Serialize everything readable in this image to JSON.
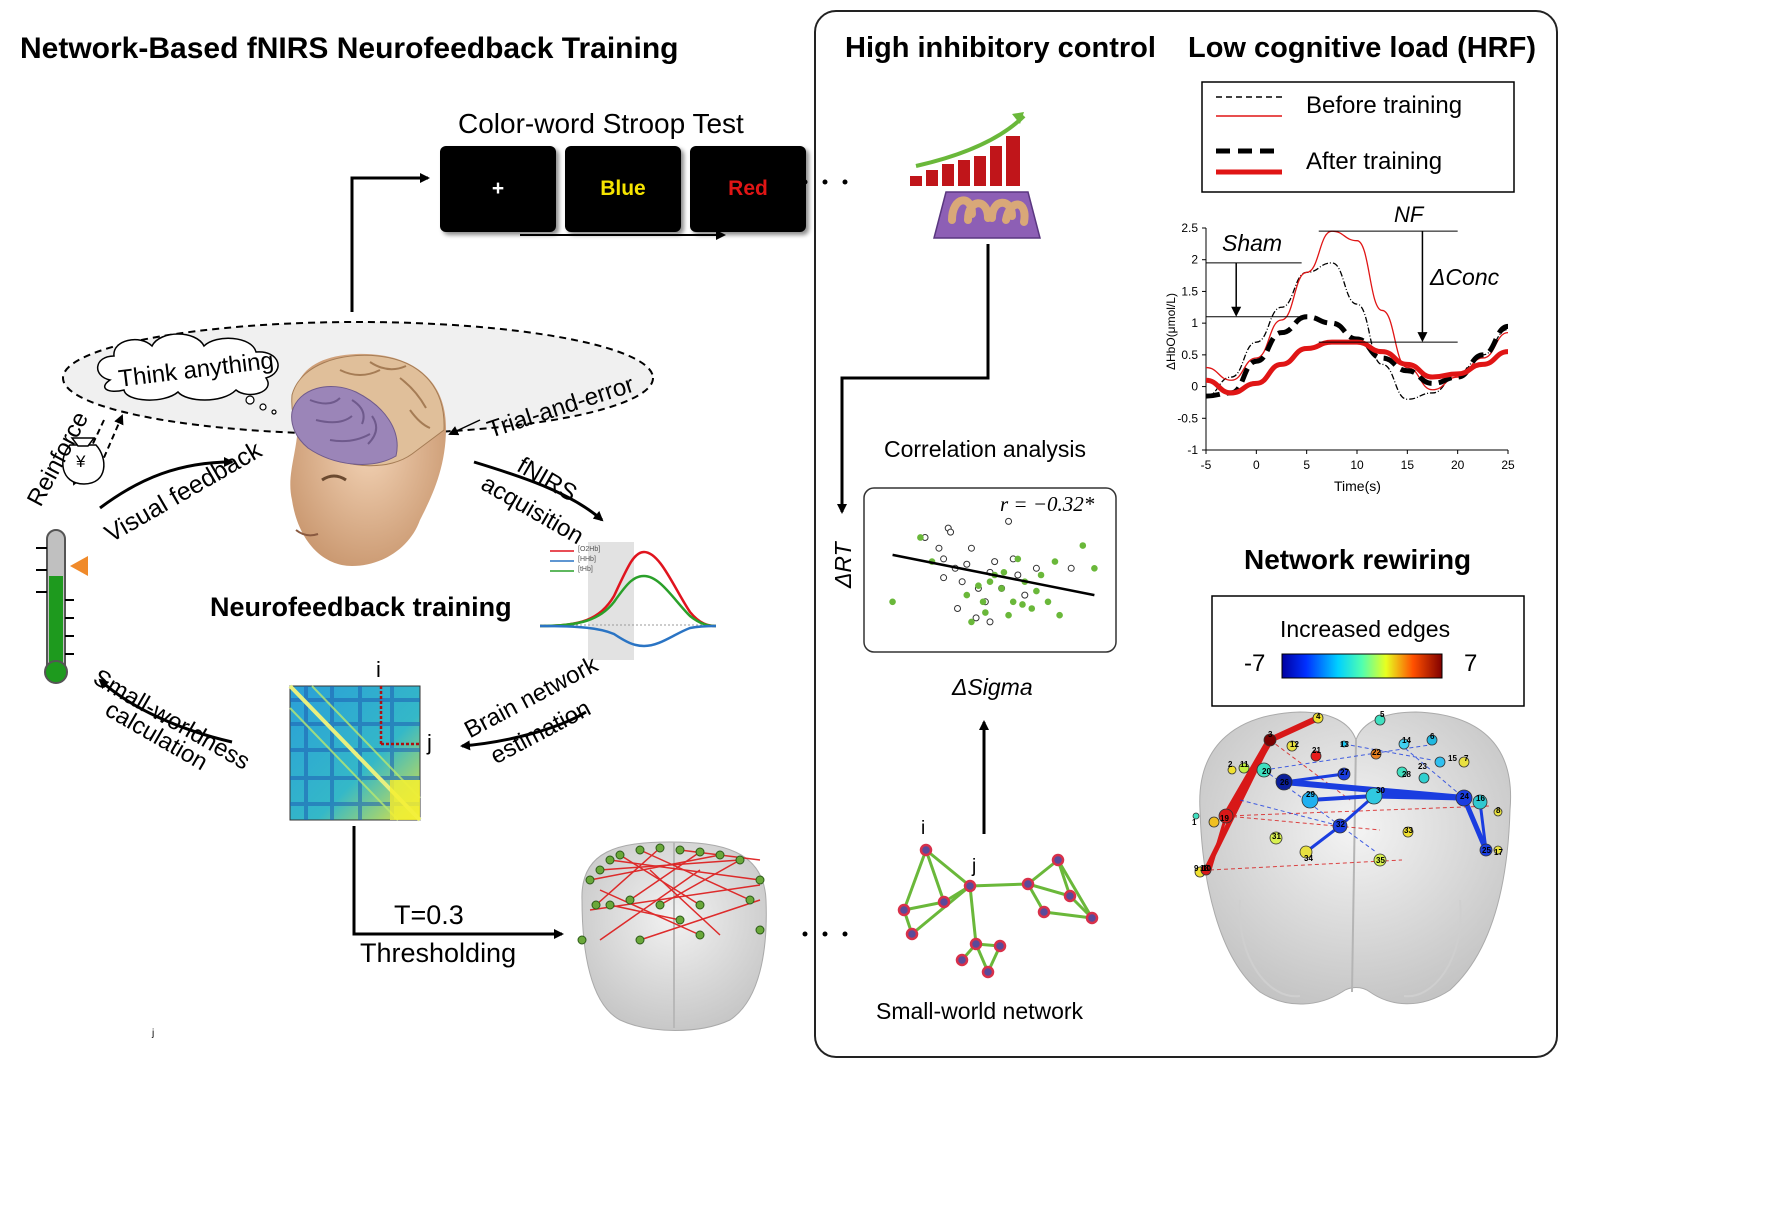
{
  "left_panel": {
    "title": "Network-Based fNIRS Neurofeedback Training",
    "stroop": {
      "title": "Color-word Stroop Test",
      "cards": [
        {
          "text": "+",
          "color": "#ffffff"
        },
        {
          "text": "Blue",
          "color": "#f5e400"
        },
        {
          "text": "Red",
          "color": "#e01515"
        }
      ]
    },
    "thought_bubble": "Think anything",
    "trial_and_error": "Trial-and-error",
    "reinforce": "Reinforce",
    "money_symbol": "¥",
    "visual_feedback": "Visual feedback",
    "fnirs_label": "fNIRS",
    "acquisition_label": "acquisition",
    "neurofeedback_label": "Neurofeedback training",
    "hemo_legend": [
      "[O2Hb]",
      "[HHb]",
      "[tHb]"
    ],
    "small_worldness_line1": "Small-worldness",
    "small_worldness_line2": "calculation",
    "brain_network_line1": "Brain network",
    "brain_network_line2": "estimation",
    "matrix_i": "i",
    "matrix_j": "j",
    "threshold_value": "T=0.3",
    "threshold_label": "Thresholding",
    "stray_mark": "j",
    "colors": {
      "o2hb": "#e0141e",
      "hhb": "#2a74c4",
      "thb": "#2aa02a",
      "thermo_fill": "#1e9a1e",
      "pointer": "#f08a2a"
    }
  },
  "right_panel": {
    "high_inhibitory_title": "High inhibitory control",
    "low_load_title": "Low cognitive load (HRF)",
    "correlation_title": "Correlation analysis",
    "r_value": "r = −0.32*",
    "y_axis_label": "ΔRT",
    "x_axis_label": "ΔSigma",
    "sham_label": "Sham",
    "nf_label": "NF",
    "delta_conc_label": "ΔConc",
    "hrf_legend": [
      {
        "label": "Before training",
        "style": "thin"
      },
      {
        "label": "After training",
        "style": "thick"
      }
    ],
    "network_rewiring_title": "Network rewiring",
    "increased_edges_title": "Increased edges",
    "colorbar_min": "-7",
    "colorbar_max": "7",
    "small_world_label": "Small-world network",
    "small_world_i": "i",
    "small_world_j": "j",
    "node_labels": [
      "1",
      "2",
      "3",
      "4",
      "5",
      "6",
      "7",
      "8",
      "9",
      "10",
      "11",
      "12",
      "13",
      "14",
      "15",
      "16",
      "17",
      "18",
      "19",
      "20",
      "21",
      "22",
      "23",
      "24",
      "25",
      "26",
      "27",
      "28",
      "29",
      "30",
      "31",
      "32",
      "33",
      "34",
      "35"
    ]
  },
  "chart_data": [
    {
      "type": "line",
      "title": "",
      "xlabel": "Time(s)",
      "ylabel": "ΔHbO(μmol/L)",
      "xlim": [
        -5,
        25
      ],
      "ylim": [
        -1,
        2.5
      ],
      "xticks": [
        "-5",
        "0",
        "5",
        "10",
        "15",
        "20",
        "25"
      ],
      "yticks": [
        "2.5",
        "2",
        "1.5",
        "1",
        "0.5",
        "0",
        "-0.5",
        "-1"
      ],
      "x": [
        -5,
        -2.5,
        0,
        2.5,
        5,
        7.5,
        10,
        12.5,
        15,
        17.5,
        20,
        22.5,
        25
      ],
      "series": [
        {
          "name": "Sham before",
          "values": [
            -0.15,
            0.15,
            0.7,
            1.25,
            1.8,
            1.95,
            1.3,
            0.35,
            -0.2,
            -0.1,
            0.2,
            0.5,
            0.9
          ],
          "color": "#000000",
          "style": "thin-dash"
        },
        {
          "name": "NF before",
          "values": [
            0.3,
            0.1,
            0.45,
            1.05,
            1.8,
            2.45,
            2.3,
            1.2,
            0.3,
            -0.05,
            0.15,
            0.45,
            0.85
          ],
          "color": "#e01515",
          "style": "thin"
        },
        {
          "name": "Sham after",
          "values": [
            -0.15,
            -0.1,
            0.4,
            0.85,
            1.1,
            1.0,
            0.75,
            0.45,
            0.25,
            0.05,
            0.15,
            0.5,
            0.95
          ],
          "color": "#000000",
          "style": "thick-dash"
        },
        {
          "name": "NF after",
          "values": [
            0.1,
            -0.1,
            0.05,
            0.35,
            0.6,
            0.7,
            0.7,
            0.55,
            0.35,
            0.15,
            0.2,
            0.35,
            0.55
          ],
          "color": "#e01515",
          "style": "thick"
        }
      ]
    },
    {
      "type": "scatter",
      "title": "",
      "xlabel": "ΔSigma",
      "ylabel": "ΔRT",
      "series": [
        {
          "name": "open",
          "marker": "open-circle",
          "x": [
            0.22,
            0.28,
            0.3,
            0.32,
            0.33,
            0.35,
            0.38,
            0.4,
            0.42,
            0.45,
            0.48,
            0.5,
            0.52,
            0.55,
            0.58,
            0.6,
            0.62,
            0.65,
            0.7,
            0.85,
            0.3,
            0.36,
            0.44,
            0.5
          ],
          "y": [
            0.78,
            0.7,
            0.62,
            0.85,
            0.82,
            0.55,
            0.45,
            0.58,
            0.7,
            0.4,
            0.3,
            0.52,
            0.6,
            0.4,
            0.9,
            0.62,
            0.5,
            0.35,
            0.55,
            0.55,
            0.48,
            0.25,
            0.18,
            0.15
          ]
        },
        {
          "name": "filled",
          "marker": "filled-circle",
          "x": [
            0.2,
            0.25,
            0.4,
            0.45,
            0.47,
            0.5,
            0.52,
            0.55,
            0.58,
            0.6,
            0.62,
            0.65,
            0.68,
            0.7,
            0.72,
            0.75,
            0.78,
            0.8,
            0.9,
            0.42,
            0.48,
            0.56,
            0.64,
            0.08,
            0.95
          ],
          "y": [
            0.78,
            0.6,
            0.35,
            0.42,
            0.3,
            0.45,
            0.5,
            0.4,
            0.2,
            0.3,
            0.62,
            0.45,
            0.25,
            0.38,
            0.5,
            0.3,
            0.6,
            0.2,
            0.72,
            0.15,
            0.22,
            0.52,
            0.28,
            0.3,
            0.55
          ]
        }
      ],
      "trend": {
        "x": [
          0.08,
          0.95
        ],
        "y": [
          0.65,
          0.35
        ]
      }
    }
  ]
}
